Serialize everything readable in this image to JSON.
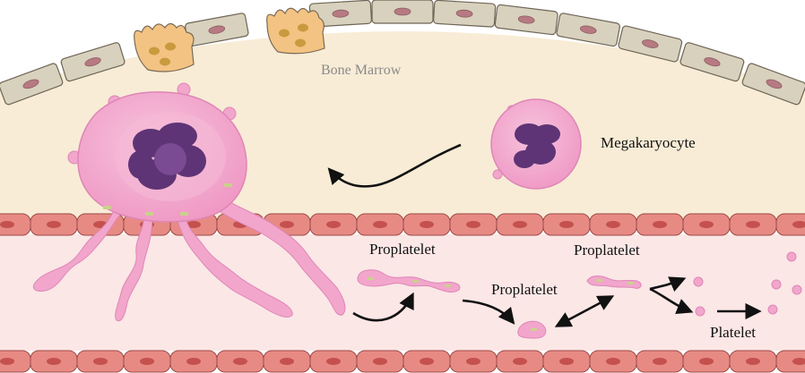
{
  "labels": {
    "bone_marrow": "Bone Marrow",
    "megakaryocyte": "Megakaryocyte",
    "proplatelet_1": "Proplatelet",
    "proplatelet_2": "Proplatelet",
    "proplatelet_3": "Proplatelet",
    "platelet": "Platelet"
  },
  "colors": {
    "marrow_fill": "#f8ecd6",
    "vessel_fill": "#fbe7e6",
    "endothelium": "#e88a84",
    "endothelium_nucleus": "#c4514e",
    "bone_cell": "#d8d1bd",
    "bone_cell_nucleus": "#b77a82",
    "osteoclast": "#f3c383",
    "osteoclast_nucleus": "#c99a3e",
    "cell_pink": "#f2a6cc",
    "cell_pink_edge": "#de86b6",
    "nucleus_purple": "#5e3476",
    "text_gray": "#8a8a8a",
    "text_black": "#111111",
    "arrow": "#111111"
  }
}
